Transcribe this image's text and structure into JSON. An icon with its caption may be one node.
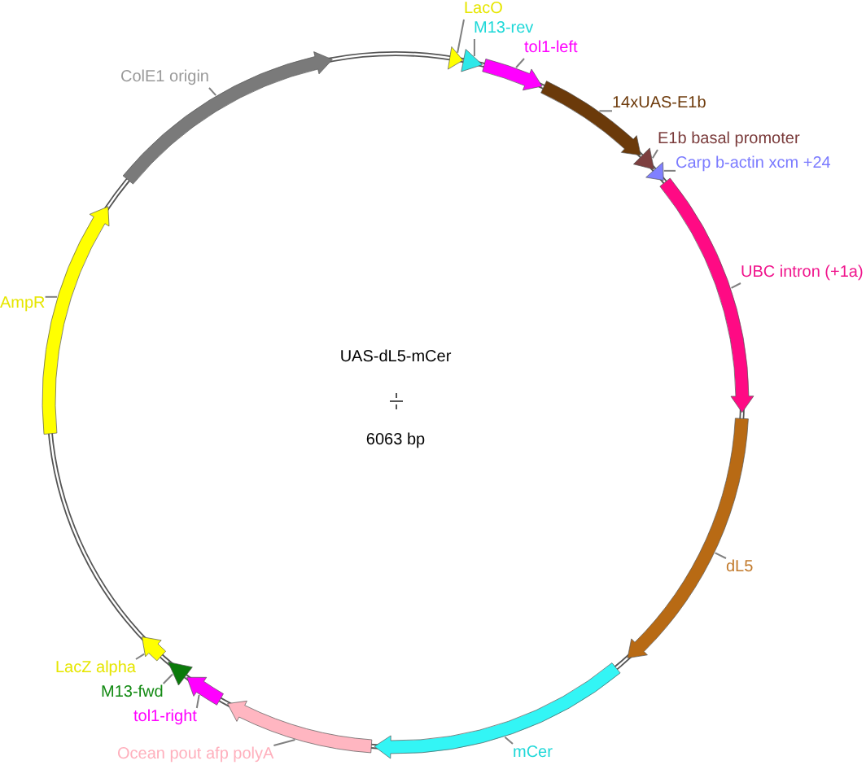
{
  "diagram": {
    "nodes": [
      {
        "text": [
          "LacO"
        ]
      },
      {
        "text": [
          "M13-rev"
        ]
      },
      {
        "text": [
          "tol1-left"
        ]
      },
      {
        "text": [
          "14xUAS-E1b"
        ]
      },
      {
        "text": [
          "E1b basal promoter"
        ]
      },
      {
        "text": [
          "Carp b-actin xcm +24"
        ]
      },
      {
        "text": [
          "UBC intron (+1a)"
        ]
      },
      {
        "text": [
          "dL5"
        ]
      },
      {
        "text": [
          "mCer"
        ]
      },
      {
        "text": [
          "Ocean pout afp polyA"
        ]
      },
      {
        "text": [
          "tol1-right"
        ]
      },
      {
        "text": [
          "M13-fwd"
        ]
      },
      {
        "text": [
          "LacZ alpha"
        ]
      },
      {
        "text": [
          "AmpR"
        ]
      },
      {
        "text": [
          "ColE1 origin"
        ]
      },
      {
        "text": [],
        "shape": "arrow"
      },
      {
        "text": [],
        "shape": "arrow"
      },
      {
        "text": [],
        "shape": "arrow"
      },
      {
        "text": [],
        "shape": "arrow"
      },
      {
        "text": [],
        "shape": "arrow"
      },
      {
        "text": [],
        "shape": "arrow"
      },
      {
        "text": [],
        "shape": "arrow"
      },
      {
        "text": [],
        "shape": "arrow"
      },
      {
        "text": [],
        "shape": "arrow"
      },
      {
        "text": [],
        "shape": "arrow"
      },
      {
        "text": [],
        "shape": "arrow"
      },
      {
        "text": [],
        "shape": "arrow"
      },
      {
        "text": [],
        "shape": "arrow"
      },
      {
        "text": [],
        "shape": "arrow"
      },
      {
        "text": [],
        "shape": "arrow"
      }
    ],
    "edges": [
      {
        "from": 0,
        "to": 15,
        "arrow": "none"
      },
      {
        "from": 1,
        "to": 16,
        "arrow": "none"
      },
      {
        "from": 2,
        "to": 17,
        "arrow": "none"
      },
      {
        "from": 3,
        "to": 18,
        "arrow": "none"
      },
      {
        "from": 4,
        "to": 19,
        "arrow": "none"
      },
      {
        "from": 5,
        "to": 20,
        "arrow": "none"
      },
      {
        "from": 6,
        "to": 21,
        "arrow": "none"
      },
      {
        "from": 7,
        "to": 22,
        "arrow": "none"
      },
      {
        "from": 8,
        "to": 23,
        "arrow": "none"
      },
      {
        "from": 9,
        "to": 24,
        "arrow": "none"
      },
      {
        "from": 10,
        "to": 25,
        "arrow": "none"
      },
      {
        "from": 11,
        "to": 26,
        "arrow": "none"
      },
      {
        "from": 12,
        "to": 27,
        "arrow": "none"
      },
      {
        "from": 13,
        "to": 28,
        "arrow": "none"
      },
      {
        "from": 14,
        "to": 29,
        "arrow": "none"
      }
    ],
    "labels": [
      "UAS-dL5-mCer",
      "6063 bp"
    ]
  }
}
